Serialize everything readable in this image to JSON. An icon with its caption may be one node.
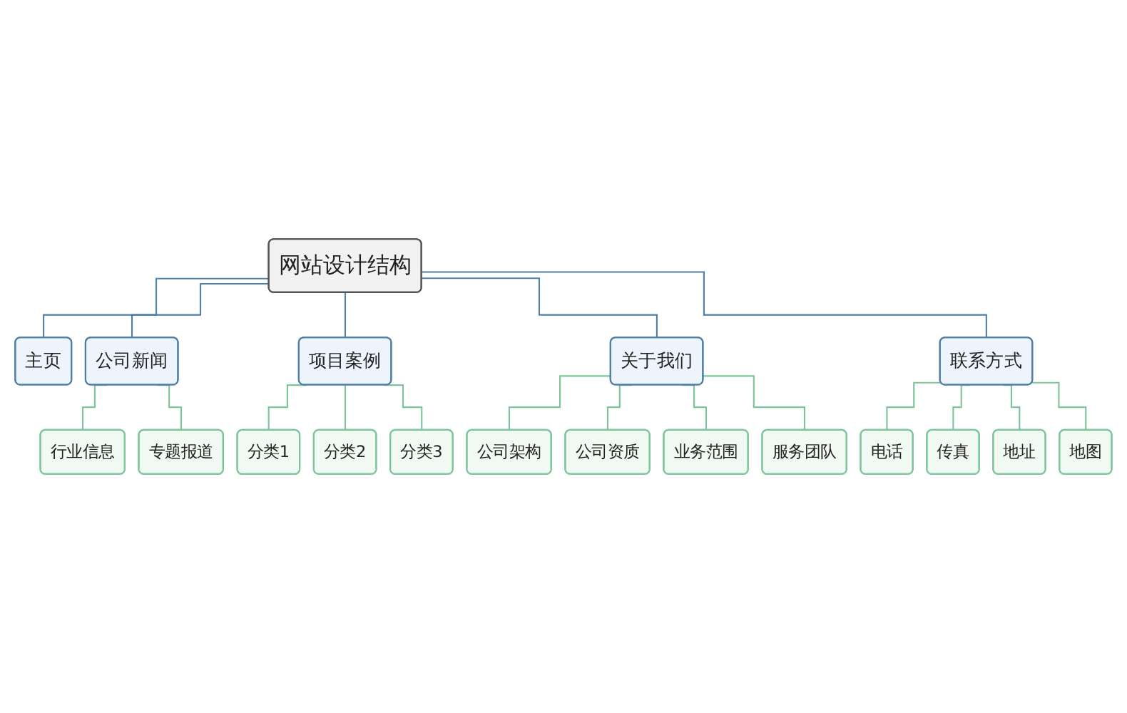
{
  "diagram": {
    "nodes": [
      {
        "text": [
          "网站设计结构"
        ]
      },
      {
        "text": [
          "主页"
        ]
      },
      {
        "text": [
          "公司新闻"
        ]
      },
      {
        "text": [
          "项目案例"
        ]
      },
      {
        "text": [
          "关于我们"
        ]
      },
      {
        "text": [
          "联系方式"
        ]
      },
      {
        "text": [
          "行业信息"
        ]
      },
      {
        "text": [
          "专题报道"
        ]
      },
      {
        "text": [
          "分类1"
        ]
      },
      {
        "text": [
          "分类2"
        ]
      },
      {
        "text": [
          "分类3"
        ]
      },
      {
        "text": [
          "公司架构"
        ]
      },
      {
        "text": [
          "公司资质"
        ]
      },
      {
        "text": [
          "业务范围"
        ]
      },
      {
        "text": [
          "服务团队"
        ]
      },
      {
        "text": [
          "电话"
        ]
      },
      {
        "text": [
          "传真"
        ]
      },
      {
        "text": [
          "地址"
        ]
      },
      {
        "text": [
          "地图"
        ]
      }
    ],
    "edges": [
      {
        "from": 0,
        "to": 1,
        "arrow": "none",
        "color": "#4f7fa6"
      },
      {
        "from": 0,
        "to": 2,
        "arrow": "none",
        "color": "#4f7fa6"
      },
      {
        "from": 0,
        "to": 3,
        "arrow": "none",
        "color": "#4f7fa6"
      },
      {
        "from": 0,
        "to": 4,
        "arrow": "none",
        "color": "#4f7fa6"
      },
      {
        "from": 0,
        "to": 5,
        "arrow": "none",
        "color": "#4f7fa6"
      },
      {
        "from": 2,
        "to": 6,
        "arrow": "none"
      },
      {
        "from": 2,
        "to": 7,
        "arrow": "none"
      },
      {
        "from": 3,
        "to": 8,
        "arrow": "none"
      },
      {
        "from": 3,
        "to": 9,
        "arrow": "none"
      },
      {
        "from": 3,
        "to": 10,
        "arrow": "none"
      },
      {
        "from": 4,
        "to": 11,
        "arrow": "none"
      },
      {
        "from": 4,
        "to": 12,
        "arrow": "none"
      },
      {
        "from": 4,
        "to": 13,
        "arrow": "none"
      },
      {
        "from": 4,
        "to": 14,
        "arrow": "none"
      },
      {
        "from": 5,
        "to": 15,
        "arrow": "none"
      },
      {
        "from": 5,
        "to": 16,
        "arrow": "none"
      },
      {
        "from": 5,
        "to": 17,
        "arrow": "none"
      },
      {
        "from": 5,
        "to": 18,
        "arrow": "none"
      }
    ]
  }
}
